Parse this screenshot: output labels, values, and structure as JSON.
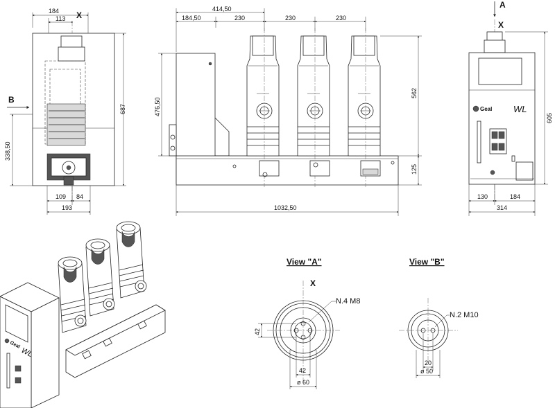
{
  "drawing": {
    "side_view": {
      "dims": {
        "top_width": "184",
        "top_offset": "113",
        "height": "687",
        "base_height": "338,50",
        "foot_left": "109",
        "foot_right": "84",
        "bottom_width": "193"
      },
      "axis_label": "X",
      "arrow_label": "B"
    },
    "front_view": {
      "dims": {
        "left_offset": "414,50",
        "panel_width": "184,50",
        "pitch_1": "230",
        "pitch_2": "230",
        "pitch_3": "230",
        "panel_height": "476,50",
        "pole_height": "562",
        "frame_height": "125",
        "overall_width": "1032,50"
      }
    },
    "end_view": {
      "arrow_label": "A",
      "axis_label": "X",
      "brand": "Geal",
      "model": "WL",
      "dims": {
        "height": "605",
        "left": "130",
        "right": "184",
        "width": "314"
      }
    },
    "view_a": {
      "title": "View \"A\"",
      "axis_label": "X",
      "thread_note": "N.4 M8",
      "dims": {
        "vertical": "42",
        "horizontal": "42",
        "diameter": "ø 60"
      }
    },
    "view_b": {
      "title": "View \"B\"",
      "thread_note": "N.2 M10",
      "dims": {
        "spacing": "20",
        "diameter": "ø 50"
      }
    },
    "iso_view": {
      "model": "WL",
      "brand": "Geal"
    }
  }
}
